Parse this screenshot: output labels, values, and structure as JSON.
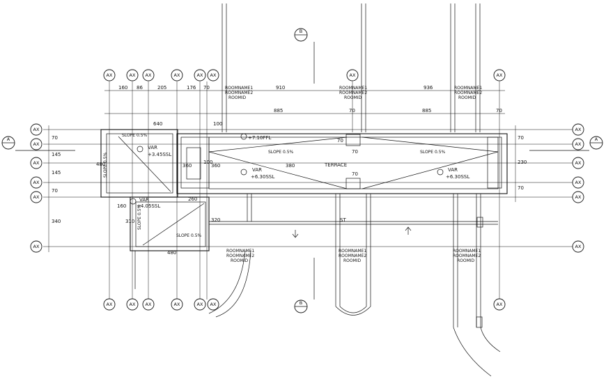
{
  "grid_bubble_label": "AX",
  "section_marks": {
    "a_top": "A",
    "a_bottom": "-",
    "b_top": "B",
    "b_bottom": "-"
  },
  "rooms": {
    "line1": "ROOMNAME1",
    "line2": "ROOMNAME2",
    "line3": "ROOMID"
  },
  "dims": {
    "top_row": [
      "160",
      "86",
      "205",
      "176",
      "70",
      "910",
      "936"
    ],
    "second_row": [
      "640",
      "100",
      "885",
      "70",
      "885",
      "70"
    ],
    "left_col": [
      "70",
      "145",
      "480",
      "145",
      "70",
      "340"
    ],
    "right_col": [
      "70",
      "230",
      "70"
    ],
    "misc": [
      "360",
      "100",
      "360",
      "380",
      "160",
      "310",
      "260",
      "480",
      "320",
      "70",
      "70",
      "70"
    ]
  },
  "levels": {
    "var_top_left": "VAR",
    "lvl_top_left": "+3.45SSL",
    "var_bottom_left": "VAR",
    "lvl_bottom_left": "+4.05SSL",
    "var_center_left": "VAR",
    "lvl_center_left": "+6.30SSL",
    "var_center_right": "VAR",
    "lvl_center_right": "+6.30SSL",
    "ffl": "+7.10FFL"
  },
  "notes": {
    "slope_a": "SLOPE 0.5%",
    "slope_b": "SLOPE 0.5%",
    "slope_c": "SLOPE 0.5%",
    "slope_d": "SLOPE 0.5%",
    "slope_e": "SLOPE 0.5%",
    "slope_f": "SLOPE 0.5%",
    "terrace": "TERRACE",
    "st": "ST"
  }
}
